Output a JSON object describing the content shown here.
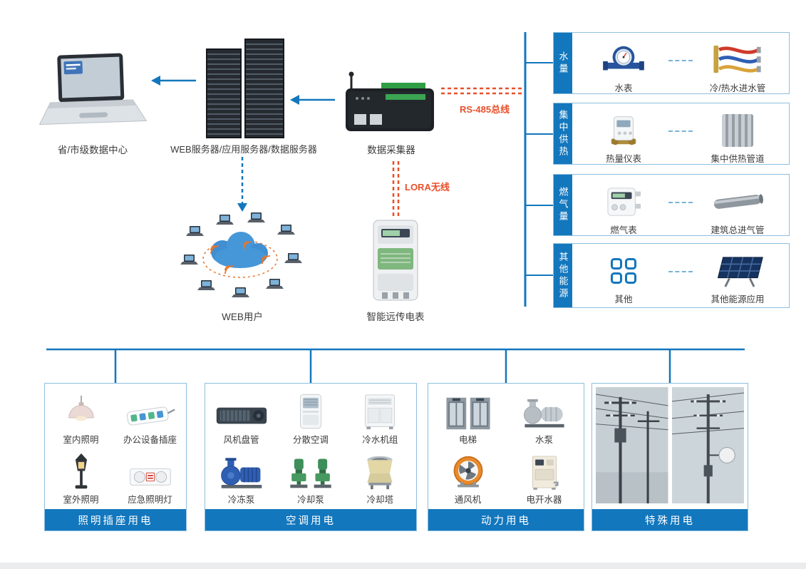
{
  "colors": {
    "blue": "#1377bd",
    "red": "#e8502b"
  },
  "flow": {
    "datacenter_label": "省/市级数据中心",
    "server_label": "WEB服务器/应用服务器/数据服务器",
    "collector_label": "数据采集器",
    "rs485_label": "RS-485总线",
    "lora_label": "LORA无线",
    "web_users_label": "WEB用户",
    "smart_meter_label": "智能远传电表"
  },
  "right_panels": [
    {
      "tab": "水量",
      "items": [
        {
          "label": "水表",
          "icon": "water-meter-icon"
        },
        {
          "label": "冷/热水进水管",
          "icon": "water-hoses-icon"
        }
      ]
    },
    {
      "tab": "集中供热",
      "items": [
        {
          "label": "热量仪表",
          "icon": "heat-meter-icon"
        },
        {
          "label": "集中供热管道",
          "icon": "radiator-icon"
        }
      ]
    },
    {
      "tab": "燃气量",
      "items": [
        {
          "label": "燃气表",
          "icon": "gas-meter-icon"
        },
        {
          "label": "建筑总进气管",
          "icon": "gas-pipe-icon"
        }
      ]
    },
    {
      "tab": "其他能源",
      "items": [
        {
          "label": "其他",
          "icon": "other-squares-icon"
        },
        {
          "label": "其他能源应用",
          "icon": "solar-panel-icon"
        }
      ]
    }
  ],
  "bottom_panels": [
    {
      "title": "照明插座用电",
      "items": [
        {
          "label": "室内照明",
          "icon": "pendant-lamp-icon"
        },
        {
          "label": "办公设备插座",
          "icon": "power-strip-icon"
        },
        {
          "label": "室外照明",
          "icon": "garden-lamp-icon"
        },
        {
          "label": "应急照明灯",
          "icon": "emergency-light-icon"
        }
      ]
    },
    {
      "title": "空调用电",
      "items": [
        {
          "label": "风机盘管",
          "icon": "fan-coil-icon"
        },
        {
          "label": "分散空调",
          "icon": "portable-ac-icon"
        },
        {
          "label": "冷水机组",
          "icon": "chiller-icon"
        },
        {
          "label": "冷冻泵",
          "icon": "chilled-pump-icon"
        },
        {
          "label": "冷却泵",
          "icon": "cooling-pump-icon"
        },
        {
          "label": "冷却塔",
          "icon": "cooling-tower-icon"
        }
      ]
    },
    {
      "title": "动力用电",
      "items": [
        {
          "label": "电梯",
          "icon": "elevator-icon"
        },
        {
          "label": "水泵",
          "icon": "water-pump-icon"
        },
        {
          "label": "通风机",
          "icon": "ventilation-fan-icon"
        },
        {
          "label": "电开水器",
          "icon": "water-boiler-icon"
        }
      ]
    },
    {
      "title": "特殊用电",
      "items": [],
      "photos": [
        "power-lines-photo-1",
        "power-lines-photo-2"
      ]
    }
  ]
}
